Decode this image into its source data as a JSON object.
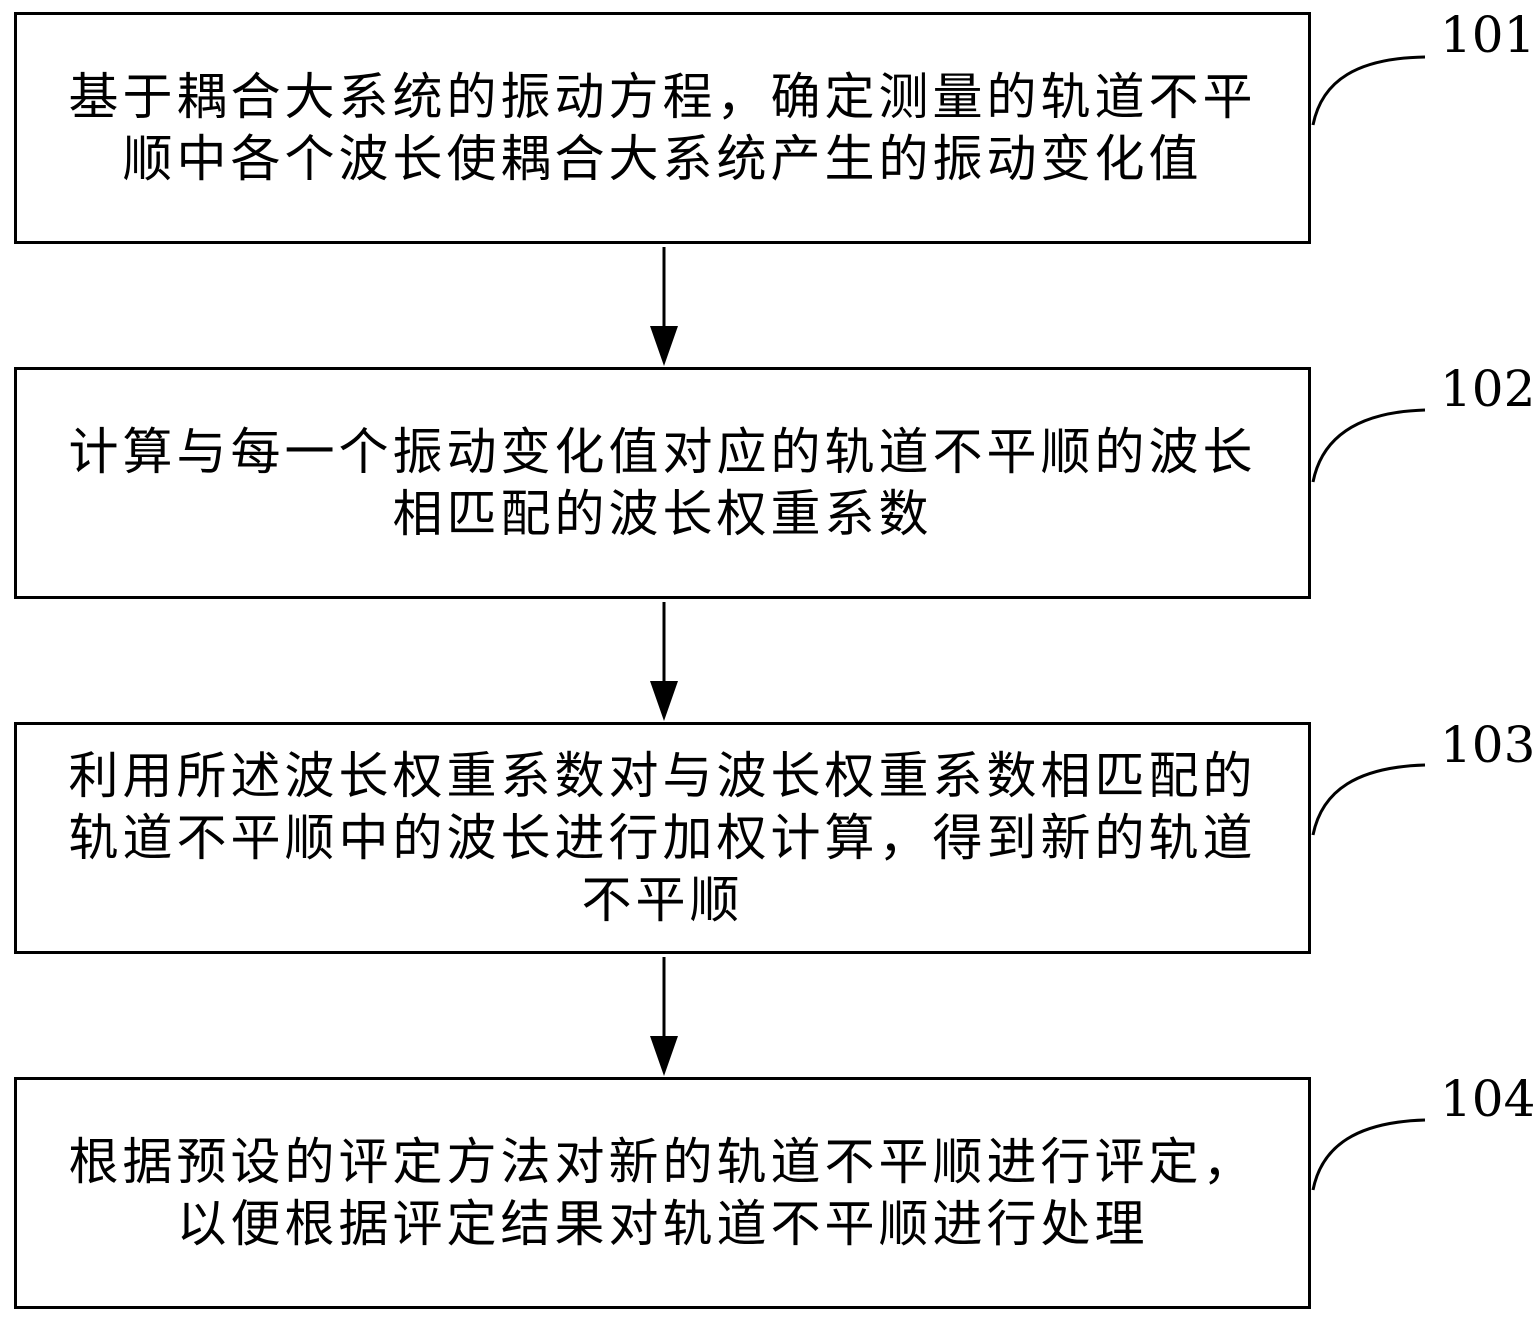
{
  "steps": [
    {
      "id": "101",
      "text": "基于耦合大系统的振动方程，确定测量的轨道不平顺中各个波长使耦合大系统产生的振动变化值"
    },
    {
      "id": "102",
      "text": "计算与每一个振动变化值对应的轨道不平顺的波长相匹配的波长权重系数"
    },
    {
      "id": "103",
      "text": "利用所述波长权重系数对与波长权重系数相匹配的轨道不平顺中的波长进行加权计算，得到新的轨道不平顺"
    },
    {
      "id": "104",
      "text": "根据预设的评定方法对新的轨道不平顺进行评定，以便根据评定结果对轨道不平顺进行处理"
    }
  ]
}
